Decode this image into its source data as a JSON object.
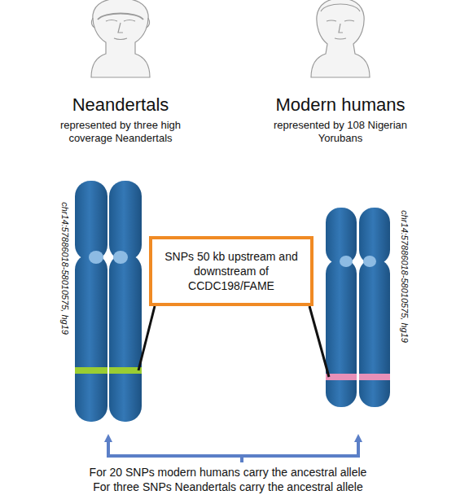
{
  "diagram": {
    "nodes": [
      {
        "text": [
          "SNPs 50 kb upstream and downstream of CCDC198/FAME"
        ]
      }
    ],
    "labels": [
      "Neandertals",
      "represented by three high coverage Neandertals",
      "Modern humans",
      "represented by 108 Nigerian Yorubans",
      "chr14:57886018-58010575, hg19",
      "chr14:57886018-58010575, hg19",
      "For 20 SNPs modern humans carry the ancestral allele",
      "For three SNPs Neandertals carry the ancestral allele"
    ]
  }
}
